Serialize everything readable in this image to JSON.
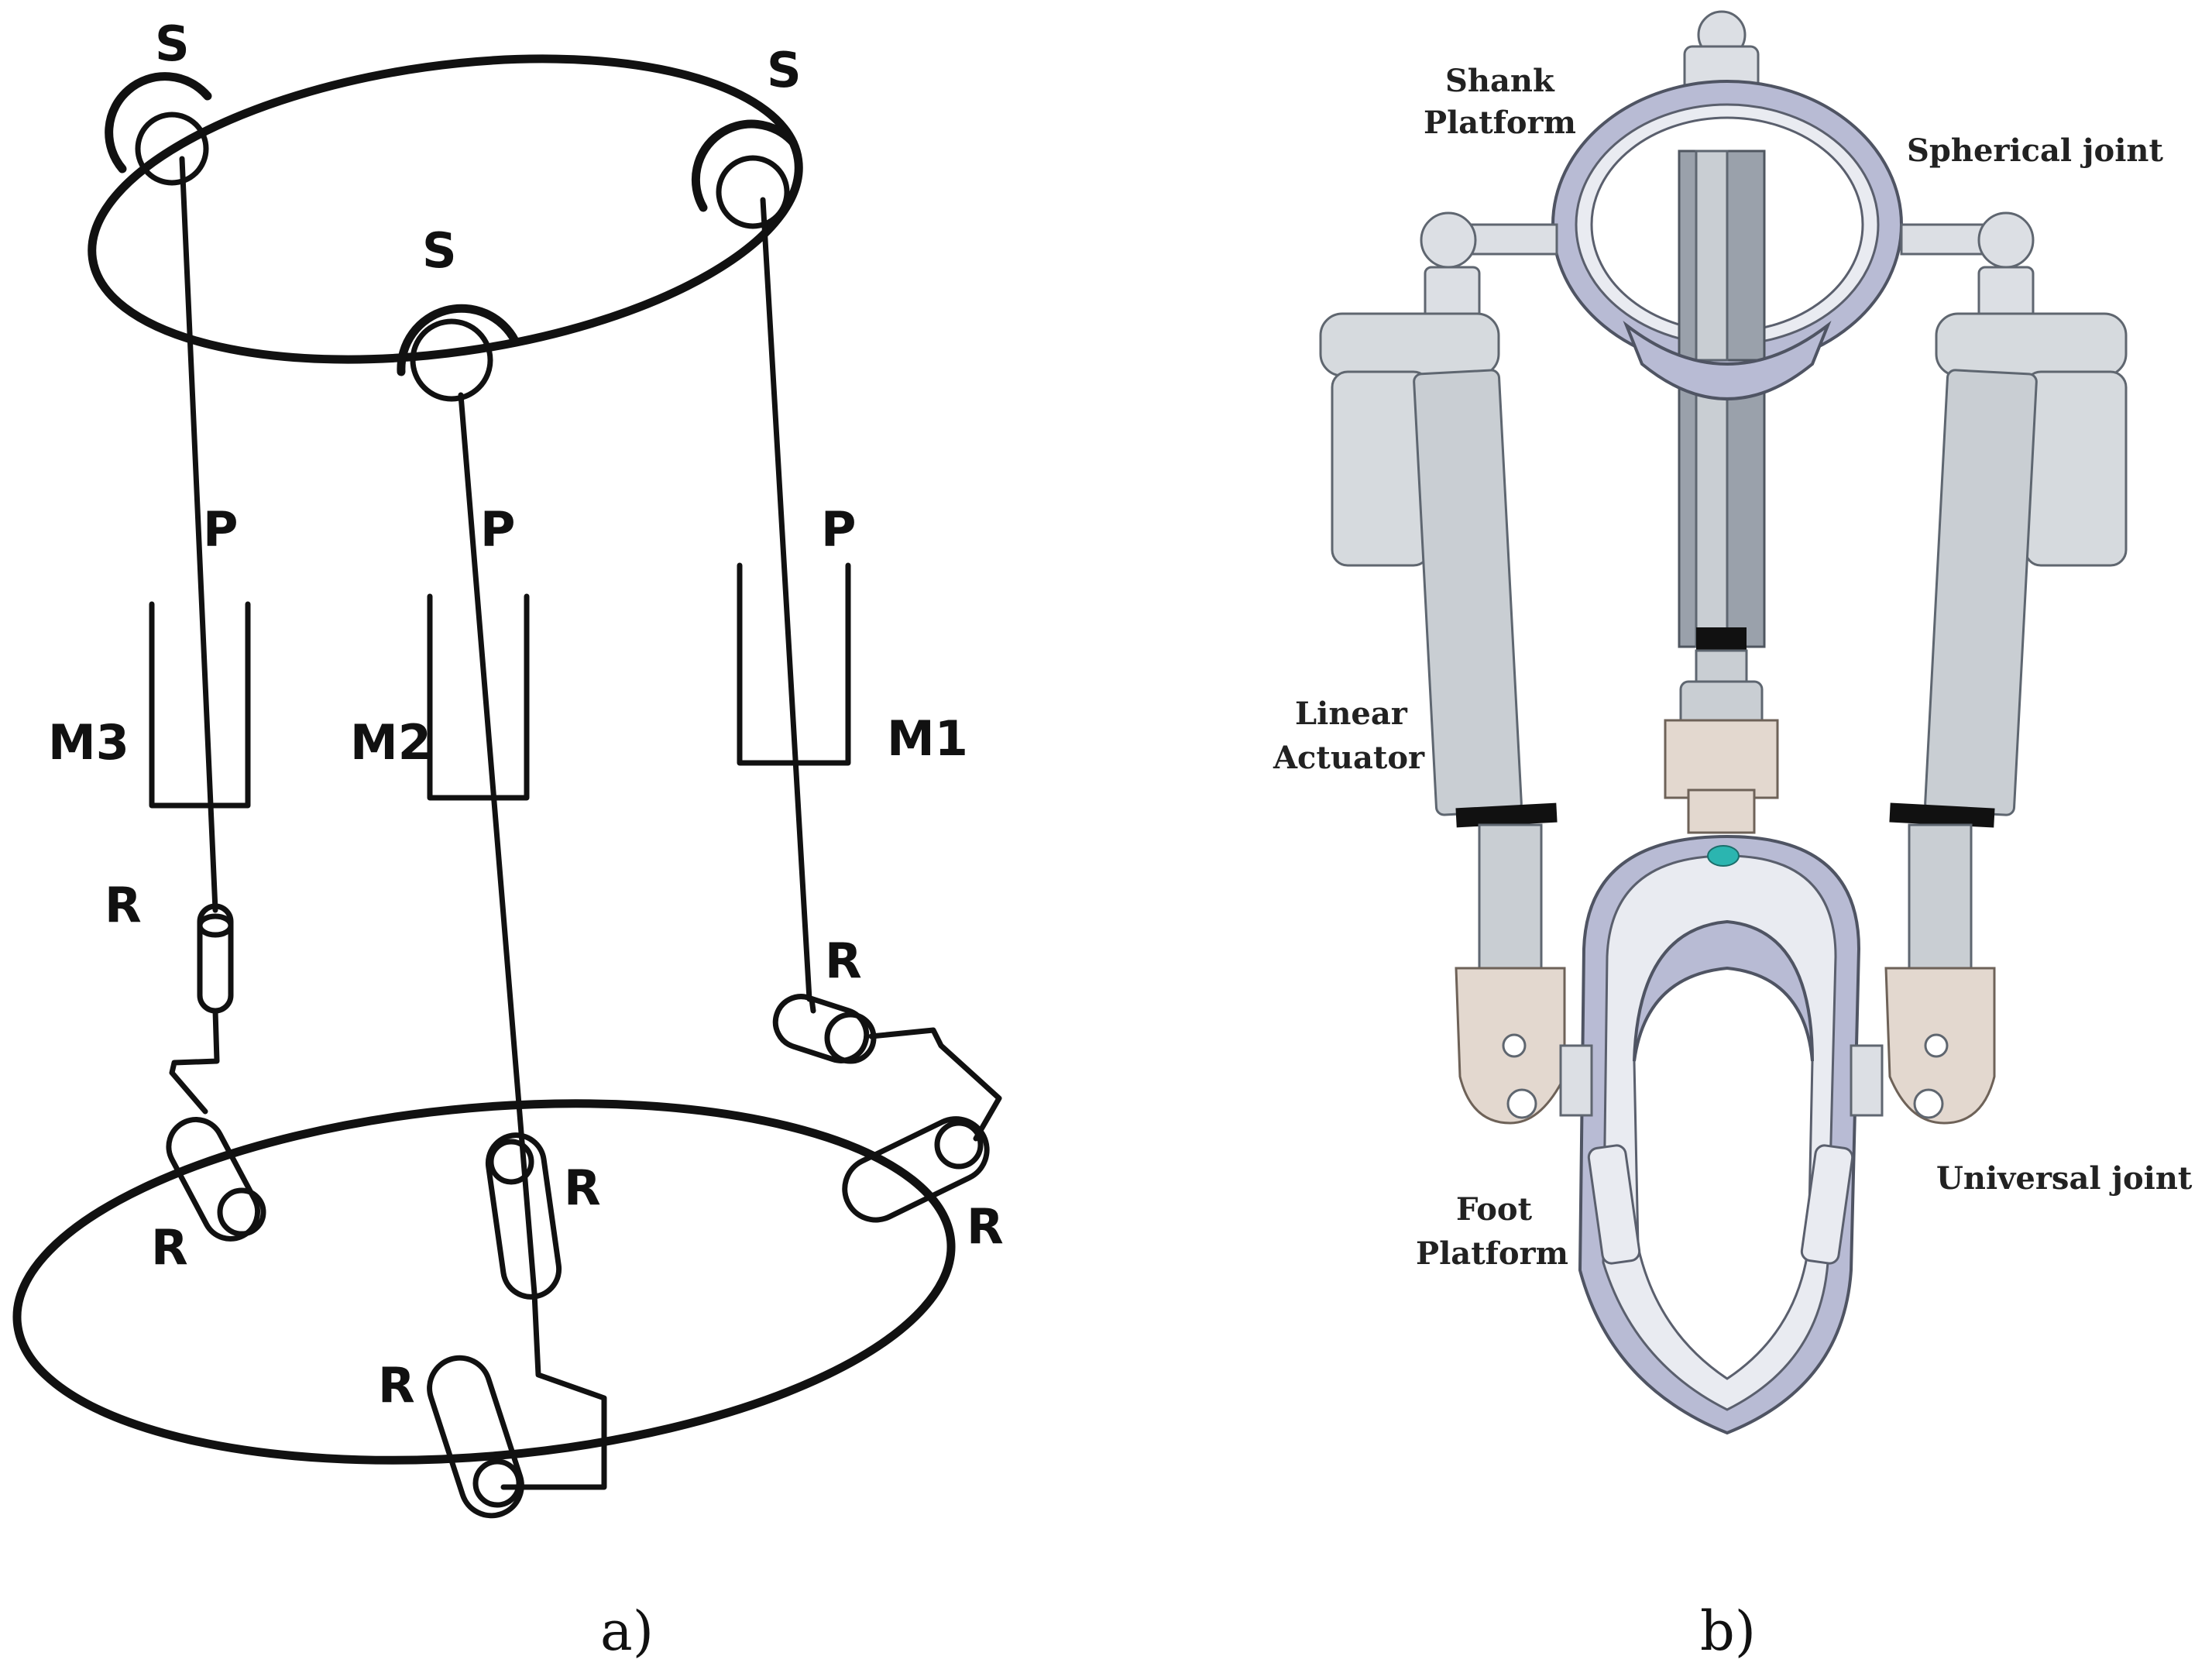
{
  "panel_a": {
    "caption": "a)",
    "labels": {
      "s_left": "S",
      "s_right": "S",
      "s_middle": "S",
      "p_left": "P",
      "p_middle": "P",
      "p_right": "P",
      "motor_3": "M3",
      "motor_2": "M2",
      "motor_1": "M1",
      "r_left_upper": "R",
      "r_left_lower": "R",
      "r_middle_upper": "R",
      "r_middle_lower": "R",
      "r_right_upper": "R",
      "r_right_lower": "R"
    }
  },
  "panel_b": {
    "caption": "b)",
    "labels": {
      "shank_platform_1": "Shank",
      "shank_platform_2": "Platform",
      "spherical_joint": "Spherical joint",
      "linear_actuator_1": "Linear",
      "linear_actuator_2": "Actuator",
      "universal_joint": "Universal joint",
      "foot_platform_1": "Foot",
      "foot_platform_2": "Platform"
    },
    "colors": {
      "platform_blue": "#b8bbd4",
      "marker_teal": "#2bb5b0",
      "actuator_grey": "#d6dade",
      "joint_bronze": "#e3d8cf"
    }
  }
}
